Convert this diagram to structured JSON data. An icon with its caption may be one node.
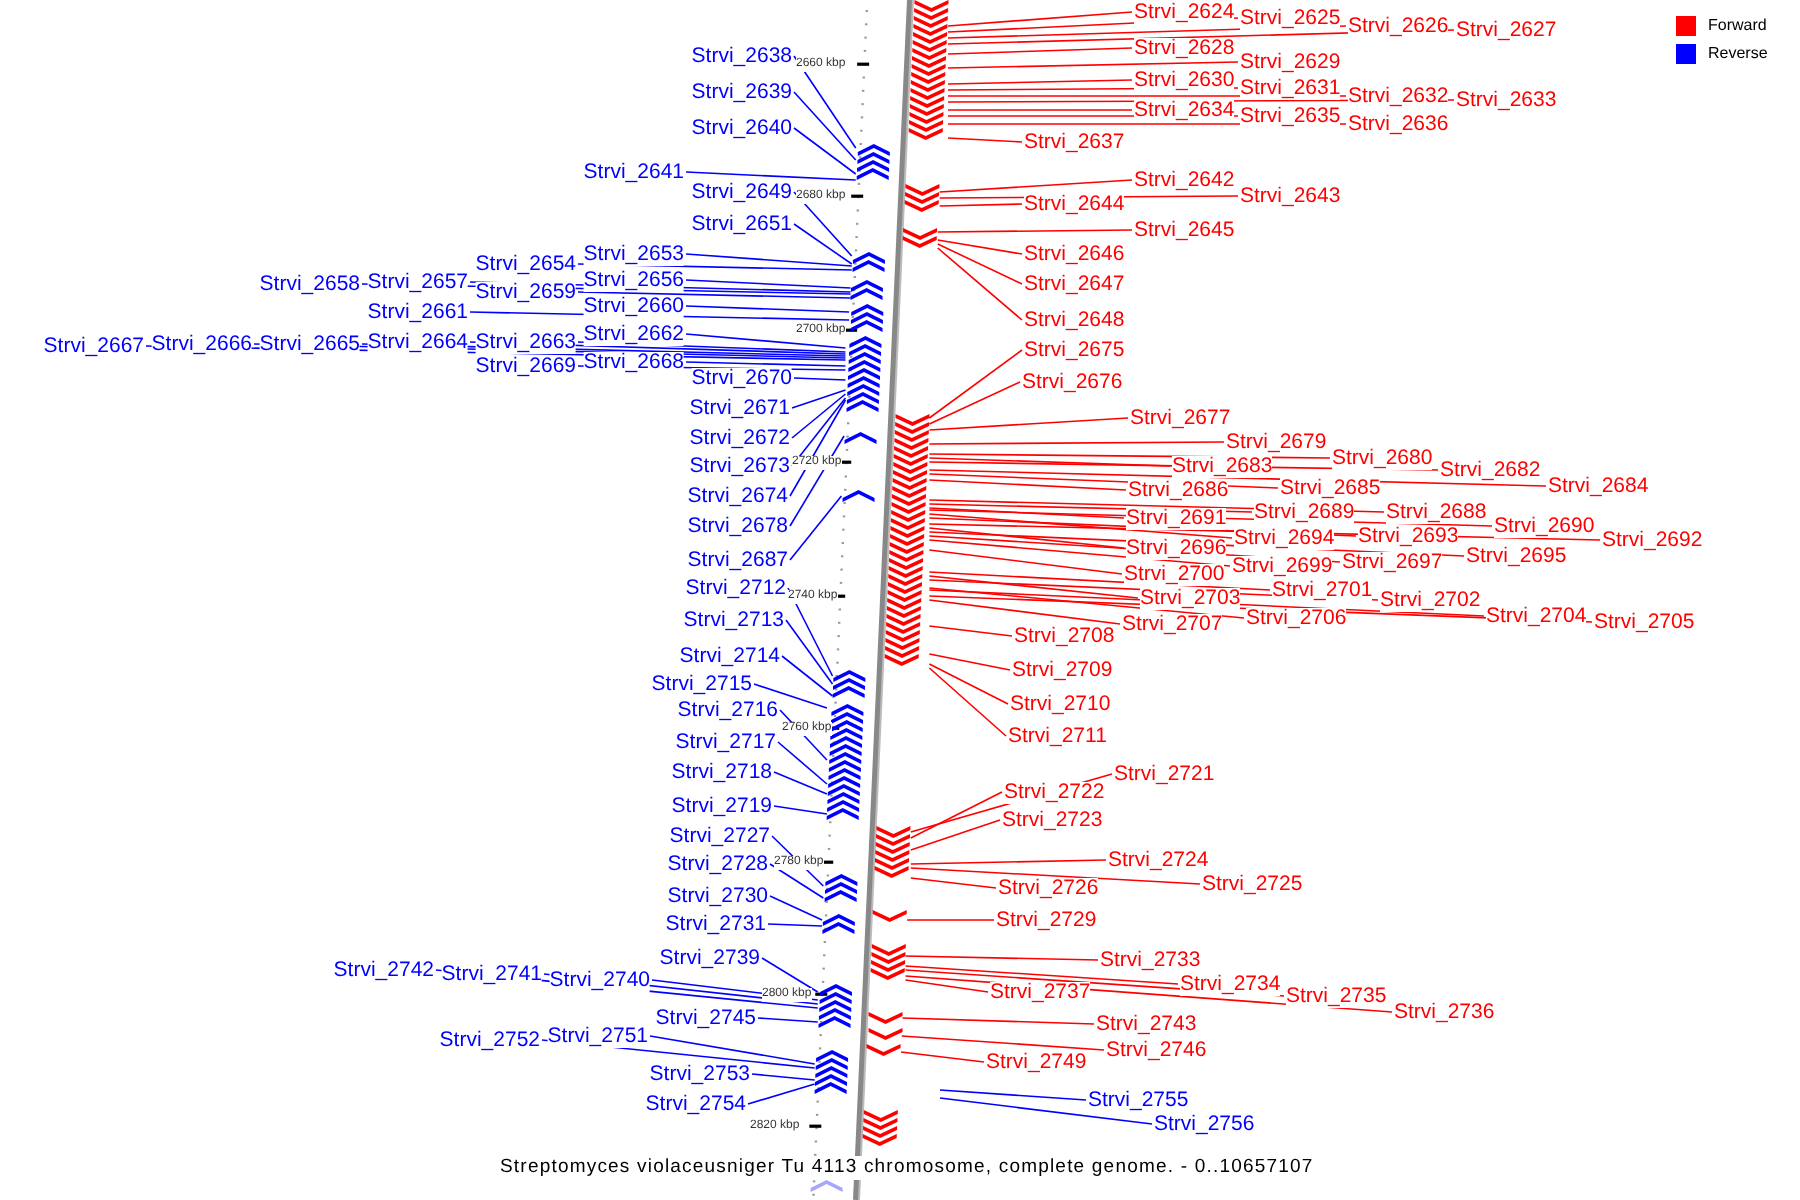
{
  "diagram": {
    "caption": "Streptomyces violaceusniger Tu 4113 chromosome, complete genome. - 0..10657107",
    "nodes": [
      {
        "text": [
          "Strvi_2638"
        ]
      },
      {
        "text": [
          "Strvi_2639"
        ]
      },
      {
        "text": [
          "Strvi_2640"
        ]
      },
      {
        "text": [
          "Strvi_2641"
        ]
      },
      {
        "text": [
          "Strvi_2649"
        ]
      },
      {
        "text": [
          "Strvi_2651"
        ]
      },
      {
        "text": [
          "Strvi_2653"
        ]
      },
      {
        "text": [
          "Strvi_2654"
        ]
      },
      {
        "text": [
          "Strvi_2656"
        ]
      },
      {
        "text": [
          "Strvi_2657"
        ]
      },
      {
        "text": [
          "Strvi_2658"
        ]
      },
      {
        "text": [
          "Strvi_2659"
        ]
      },
      {
        "text": [
          "Strvi_2660"
        ]
      },
      {
        "text": [
          "Strvi_2661"
        ]
      },
      {
        "text": [
          "Strvi_2662"
        ]
      },
      {
        "text": [
          "Strvi_2663"
        ]
      },
      {
        "text": [
          "Strvi_2664"
        ]
      },
      {
        "text": [
          "Strvi_2665"
        ]
      },
      {
        "text": [
          "Strvi_2666"
        ]
      },
      {
        "text": [
          "Strvi_2667"
        ]
      },
      {
        "text": [
          "Strvi_2668"
        ]
      },
      {
        "text": [
          "Strvi_2669"
        ]
      },
      {
        "text": [
          "Strvi_2670"
        ]
      },
      {
        "text": [
          "Strvi_2671"
        ]
      },
      {
        "text": [
          "Strvi_2672"
        ]
      },
      {
        "text": [
          "Strvi_2673"
        ]
      },
      {
        "text": [
          "Strvi_2674"
        ]
      },
      {
        "text": [
          "Strvi_2678"
        ]
      },
      {
        "text": [
          "Strvi_2687"
        ]
      },
      {
        "text": [
          "Strvi_2712"
        ]
      },
      {
        "text": [
          "Strvi_2713"
        ]
      },
      {
        "text": [
          "Strvi_2714"
        ]
      },
      {
        "text": [
          "Strvi_2715"
        ]
      },
      {
        "text": [
          "Strvi_2716"
        ]
      },
      {
        "text": [
          "Strvi_2717"
        ]
      },
      {
        "text": [
          "Strvi_2718"
        ]
      },
      {
        "text": [
          "Strvi_2719"
        ]
      },
      {
        "text": [
          "Strvi_2727"
        ]
      },
      {
        "text": [
          "Strvi_2728"
        ]
      },
      {
        "text": [
          "Strvi_2730"
        ]
      },
      {
        "text": [
          "Strvi_2731"
        ]
      },
      {
        "text": [
          "Strvi_2739"
        ]
      },
      {
        "text": [
          "Strvi_2740"
        ]
      },
      {
        "text": [
          "Strvi_2741"
        ]
      },
      {
        "text": [
          "Strvi_2742"
        ]
      },
      {
        "text": [
          "Strvi_2745"
        ]
      },
      {
        "text": [
          "Strvi_2751"
        ]
      },
      {
        "text": [
          "Strvi_2752"
        ]
      },
      {
        "text": [
          "Strvi_2753"
        ]
      },
      {
        "text": [
          "Strvi_2754"
        ]
      },
      {
        "text": [
          "Strvi_2624"
        ]
      },
      {
        "text": [
          "Strvi_2625"
        ]
      },
      {
        "text": [
          "Strvi_2626"
        ]
      },
      {
        "text": [
          "Strvi_2627"
        ]
      },
      {
        "text": [
          "Strvi_2628"
        ]
      },
      {
        "text": [
          "Strvi_2629"
        ]
      },
      {
        "text": [
          "Strvi_2630"
        ]
      },
      {
        "text": [
          "Strvi_2631"
        ]
      },
      {
        "text": [
          "Strvi_2632"
        ]
      },
      {
        "text": [
          "Strvi_2633"
        ]
      },
      {
        "text": [
          "Strvi_2634"
        ]
      },
      {
        "text": [
          "Strvi_2635"
        ]
      },
      {
        "text": [
          "Strvi_2636"
        ]
      },
      {
        "text": [
          "Strvi_2637"
        ]
      },
      {
        "text": [
          "Strvi_2642"
        ]
      },
      {
        "text": [
          "Strvi_2643"
        ]
      },
      {
        "text": [
          "Strvi_2644"
        ]
      },
      {
        "text": [
          "Strvi_2645"
        ]
      },
      {
        "text": [
          "Strvi_2646"
        ]
      },
      {
        "text": [
          "Strvi_2647"
        ]
      },
      {
        "text": [
          "Strvi_2648"
        ]
      },
      {
        "text": [
          "Strvi_2675"
        ]
      },
      {
        "text": [
          "Strvi_2676"
        ]
      },
      {
        "text": [
          "Strvi_2677"
        ]
      },
      {
        "text": [
          "Strvi_2679"
        ]
      },
      {
        "text": [
          "Strvi_2680"
        ]
      },
      {
        "text": [
          "Strvi_2683"
        ]
      },
      {
        "text": [
          "Strvi_2682"
        ]
      },
      {
        "text": [
          "Strvi_2684"
        ]
      },
      {
        "text": [
          "Strvi_2685"
        ]
      },
      {
        "text": [
          "Strvi_2686"
        ]
      },
      {
        "text": [
          "Strvi_2689"
        ]
      },
      {
        "text": [
          "Strvi_2688"
        ]
      },
      {
        "text": [
          "Strvi_2691"
        ]
      },
      {
        "text": [
          "Strvi_2690"
        ]
      },
      {
        "text": [
          "Strvi_2694"
        ]
      },
      {
        "text": [
          "Strvi_2693"
        ]
      },
      {
        "text": [
          "Strvi_2692"
        ]
      },
      {
        "text": [
          "Strvi_2696"
        ]
      },
      {
        "text": [
          "Strvi_2695"
        ]
      },
      {
        "text": [
          "Strvi_2697"
        ]
      },
      {
        "text": [
          "Strvi_2699"
        ]
      },
      {
        "text": [
          "Strvi_2700"
        ]
      },
      {
        "text": [
          "Strvi_2701"
        ]
      },
      {
        "text": [
          "Strvi_2703"
        ]
      },
      {
        "text": [
          "Strvi_2702"
        ]
      },
      {
        "text": [
          "Strvi_2704"
        ]
      },
      {
        "text": [
          "Strvi_2706"
        ]
      },
      {
        "text": [
          "Strvi_2705"
        ]
      },
      {
        "text": [
          "Strvi_2707"
        ]
      },
      {
        "text": [
          "Strvi_2708"
        ]
      },
      {
        "text": [
          "Strvi_2709"
        ]
      },
      {
        "text": [
          "Strvi_2710"
        ]
      },
      {
        "text": [
          "Strvi_2711"
        ]
      },
      {
        "text": [
          "Strvi_2721"
        ]
      },
      {
        "text": [
          "Strvi_2722"
        ]
      },
      {
        "text": [
          "Strvi_2723"
        ]
      },
      {
        "text": [
          "Strvi_2724"
        ]
      },
      {
        "text": [
          "Strvi_2725"
        ]
      },
      {
        "text": [
          "Strvi_2726"
        ]
      },
      {
        "text": [
          "Strvi_2729"
        ]
      },
      {
        "text": [
          "Strvi_2733"
        ]
      },
      {
        "text": [
          "Strvi_2734"
        ]
      },
      {
        "text": [
          "Strvi_2737"
        ]
      },
      {
        "text": [
          "Strvi_2735"
        ]
      },
      {
        "text": [
          "Strvi_2736"
        ]
      },
      {
        "text": [
          "Strvi_2743"
        ]
      },
      {
        "text": [
          "Strvi_2746"
        ]
      },
      {
        "text": [
          "Strvi_2749"
        ]
      },
      {
        "text": [
          "Strvi_2755"
        ]
      },
      {
        "text": [
          "Strvi_2756"
        ]
      },
      {
        "text": [],
        "shape": "arrow"
      },
      {
        "text": [],
        "shape": "arrow"
      },
      {
        "text": [],
        "shape": "arrow"
      },
      {
        "text": [],
        "shape": "arrow"
      },
      {
        "text": [],
        "shape": "arrow"
      },
      {
        "text": [],
        "shape": "arrow"
      },
      {
        "text": [],
        "shape": "arrow"
      },
      {
        "text": [],
        "shape": "arrow"
      },
      {
        "text": [],
        "shape": "arrow"
      },
      {
        "text": [],
        "shape": "arrow"
      },
      {
        "text": [],
        "shape": "arrow"
      },
      {
        "text": [],
        "shape": "arrow"
      },
      {
        "text": [],
        "shape": "arrow"
      },
      {
        "text": [],
        "shape": "arrow"
      },
      {
        "text": [],
        "shape": "arrow"
      },
      {
        "text": [],
        "shape": "arrow"
      },
      {
        "text": [],
        "shape": "arrow"
      },
      {
        "text": [],
        "shape": "arrow"
      },
      {
        "text": [],
        "shape": "arrow"
      },
      {
        "text": [],
        "shape": "arrow"
      },
      {
        "text": [],
        "shape": "arrow"
      },
      {
        "text": [],
        "shape": "arrow"
      },
      {
        "text": [],
        "shape": "arrow"
      },
      {
        "text": [],
        "shape": "arrow"
      },
      {
        "text": [],
        "shape": "arrow"
      }
    ],
    "edges": [
      {
        "from": 0,
        "to": 121,
        "arrow": "none",
        "color": "#0000ff"
      },
      {
        "from": 1,
        "to": 121,
        "arrow": "none",
        "color": "#0000ff"
      },
      {
        "from": 2,
        "to": 121,
        "arrow": "none",
        "color": "#0000ff"
      },
      {
        "from": 3,
        "to": 121,
        "arrow": "none",
        "color": "#0000ff"
      },
      {
        "from": 4,
        "to": 122,
        "arrow": "none",
        "color": "#0000ff"
      },
      {
        "from": 5,
        "to": 122,
        "arrow": "none",
        "color": "#0000ff"
      },
      {
        "from": 6,
        "to": 122,
        "arrow": "none",
        "color": "#0000ff"
      },
      {
        "from": 7,
        "to": 122,
        "arrow": "none",
        "color": "#0000ff"
      },
      {
        "from": 8,
        "to": 123,
        "arrow": "none",
        "color": "#0000ff"
      },
      {
        "from": 9,
        "to": 123,
        "arrow": "none",
        "color": "#0000ff"
      },
      {
        "from": 10,
        "to": 123,
        "arrow": "none",
        "color": "#0000ff"
      },
      {
        "from": 11,
        "to": 123,
        "arrow": "none",
        "color": "#0000ff"
      },
      {
        "from": 12,
        "to": 124,
        "arrow": "none",
        "color": "#0000ff"
      },
      {
        "from": 13,
        "to": 124,
        "arrow": "none",
        "color": "#0000ff"
      },
      {
        "from": 14,
        "to": 125,
        "arrow": "none",
        "color": "#0000ff"
      },
      {
        "from": 15,
        "to": 125,
        "arrow": "none",
        "color": "#0000ff"
      },
      {
        "from": 16,
        "to": 125,
        "arrow": "none",
        "color": "#0000ff"
      },
      {
        "from": 17,
        "to": 125,
        "arrow": "none",
        "color": "#0000ff"
      },
      {
        "from": 18,
        "to": 125,
        "arrow": "none",
        "color": "#0000ff"
      },
      {
        "from": 19,
        "to": 125,
        "arrow": "none",
        "color": "#0000ff"
      },
      {
        "from": 20,
        "to": 125,
        "arrow": "none",
        "color": "#0000ff"
      },
      {
        "from": 21,
        "to": 125,
        "arrow": "none",
        "color": "#0000ff"
      },
      {
        "from": 22,
        "to": 125,
        "arrow": "none",
        "color": "#0000ff"
      },
      {
        "from": 23,
        "to": 125,
        "arrow": "none",
        "color": "#0000ff"
      },
      {
        "from": 24,
        "to": 125,
        "arrow": "none",
        "color": "#0000ff"
      },
      {
        "from": 25,
        "to": 125,
        "arrow": "none",
        "color": "#0000ff"
      },
      {
        "from": 26,
        "to": 125,
        "arrow": "none",
        "color": "#0000ff"
      },
      {
        "from": 27,
        "to": 126,
        "arrow": "none",
        "color": "#0000ff"
      },
      {
        "from": 28,
        "to": 127,
        "arrow": "none",
        "color": "#0000ff"
      },
      {
        "from": 29,
        "to": 128,
        "arrow": "none",
        "color": "#0000ff"
      },
      {
        "from": 30,
        "to": 128,
        "arrow": "none",
        "color": "#0000ff"
      },
      {
        "from": 31,
        "to": 128,
        "arrow": "none",
        "color": "#0000ff"
      },
      {
        "from": 32,
        "to": 129,
        "arrow": "none",
        "color": "#0000ff"
      },
      {
        "from": 33,
        "to": 129,
        "arrow": "none",
        "color": "#0000ff"
      },
      {
        "from": 34,
        "to": 129,
        "arrow": "none",
        "color": "#0000ff"
      },
      {
        "from": 35,
        "to": 129,
        "arrow": "none",
        "color": "#0000ff"
      },
      {
        "from": 36,
        "to": 129,
        "arrow": "none",
        "color": "#0000ff"
      },
      {
        "from": 37,
        "to": 130,
        "arrow": "none",
        "color": "#0000ff"
      },
      {
        "from": 38,
        "to": 130,
        "arrow": "none",
        "color": "#0000ff"
      },
      {
        "from": 39,
        "to": 131,
        "arrow": "none",
        "color": "#0000ff"
      },
      {
        "from": 40,
        "to": 131,
        "arrow": "none",
        "color": "#0000ff"
      },
      {
        "from": 41,
        "to": 132,
        "arrow": "none",
        "color": "#0000ff"
      },
      {
        "from": 42,
        "to": 132,
        "arrow": "none",
        "color": "#0000ff"
      },
      {
        "from": 43,
        "to": 132,
        "arrow": "none",
        "color": "#0000ff"
      },
      {
        "from": 44,
        "to": 132,
        "arrow": "none",
        "color": "#0000ff"
      },
      {
        "from": 45,
        "to": 132,
        "arrow": "none",
        "color": "#0000ff"
      },
      {
        "from": 46,
        "to": 133,
        "arrow": "none",
        "color": "#0000ff"
      },
      {
        "from": 47,
        "to": 133,
        "arrow": "none",
        "color": "#0000ff"
      },
      {
        "from": 48,
        "to": 133,
        "arrow": "none",
        "color": "#0000ff"
      },
      {
        "from": 49,
        "to": 133,
        "arrow": "none",
        "color": "#0000ff"
      },
      {
        "from": 50,
        "to": 135,
        "arrow": "none"
      },
      {
        "from": 51,
        "to": 135,
        "arrow": "none"
      },
      {
        "from": 52,
        "to": 135,
        "arrow": "none"
      },
      {
        "from": 53,
        "to": 135,
        "arrow": "none"
      },
      {
        "from": 54,
        "to": 135,
        "arrow": "none"
      },
      {
        "from": 55,
        "to": 135,
        "arrow": "none"
      },
      {
        "from": 56,
        "to": 135,
        "arrow": "none"
      },
      {
        "from": 57,
        "to": 135,
        "arrow": "none"
      },
      {
        "from": 58,
        "to": 135,
        "arrow": "none"
      },
      {
        "from": 59,
        "to": 135,
        "arrow": "none"
      },
      {
        "from": 60,
        "to": 135,
        "arrow": "none"
      },
      {
        "from": 61,
        "to": 135,
        "arrow": "none"
      },
      {
        "from": 62,
        "to": 135,
        "arrow": "none"
      },
      {
        "from": 63,
        "to": 135,
        "arrow": "none"
      },
      {
        "from": 64,
        "to": 136,
        "arrow": "none"
      },
      {
        "from": 65,
        "to": 136,
        "arrow": "none"
      },
      {
        "from": 66,
        "to": 136,
        "arrow": "none"
      },
      {
        "from": 67,
        "to": 137,
        "arrow": "none"
      },
      {
        "from": 68,
        "to": 137,
        "arrow": "none"
      },
      {
        "from": 69,
        "to": 137,
        "arrow": "none"
      },
      {
        "from": 70,
        "to": 137,
        "arrow": "none"
      },
      {
        "from": 71,
        "to": 138,
        "arrow": "none"
      },
      {
        "from": 72,
        "to": 138,
        "arrow": "none"
      },
      {
        "from": 73,
        "to": 138,
        "arrow": "none"
      },
      {
        "from": 74,
        "to": 138,
        "arrow": "none"
      },
      {
        "from": 75,
        "to": 138,
        "arrow": "none"
      },
      {
        "from": 76,
        "to": 138,
        "arrow": "none"
      },
      {
        "from": 77,
        "to": 138,
        "arrow": "none"
      },
      {
        "from": 78,
        "to": 138,
        "arrow": "none"
      },
      {
        "from": 79,
        "to": 138,
        "arrow": "none"
      },
      {
        "from": 80,
        "to": 138,
        "arrow": "none"
      },
      {
        "from": 81,
        "to": 138,
        "arrow": "none"
      },
      {
        "from": 82,
        "to": 138,
        "arrow": "none"
      },
      {
        "from": 83,
        "to": 138,
        "arrow": "none"
      },
      {
        "from": 84,
        "to": 138,
        "arrow": "none"
      },
      {
        "from": 85,
        "to": 138,
        "arrow": "none"
      },
      {
        "from": 86,
        "to": 138,
        "arrow": "none"
      },
      {
        "from": 87,
        "to": 138,
        "arrow": "none"
      },
      {
        "from": 88,
        "to": 138,
        "arrow": "none"
      },
      {
        "from": 89,
        "to": 138,
        "arrow": "none"
      },
      {
        "from": 90,
        "to": 138,
        "arrow": "none"
      },
      {
        "from": 91,
        "to": 138,
        "arrow": "none"
      },
      {
        "from": 92,
        "to": 138,
        "arrow": "none"
      },
      {
        "from": 93,
        "to": 138,
        "arrow": "none"
      },
      {
        "from": 94,
        "to": 138,
        "arrow": "none"
      },
      {
        "from": 95,
        "to": 138,
        "arrow": "none"
      },
      {
        "from": 96,
        "to": 138,
        "arrow": "none"
      },
      {
        "from": 97,
        "to": 138,
        "arrow": "none"
      },
      {
        "from": 98,
        "to": 138,
        "arrow": "none"
      },
      {
        "from": 99,
        "to": 138,
        "arrow": "none"
      },
      {
        "from": 100,
        "to": 138,
        "arrow": "none"
      },
      {
        "from": 101,
        "to": 138,
        "arrow": "none"
      },
      {
        "from": 102,
        "to": 138,
        "arrow": "none"
      },
      {
        "from": 103,
        "to": 138,
        "arrow": "none"
      },
      {
        "from": 104,
        "to": 139,
        "arrow": "none"
      },
      {
        "from": 105,
        "to": 139,
        "arrow": "none"
      },
      {
        "from": 106,
        "to": 139,
        "arrow": "none"
      },
      {
        "from": 107,
        "to": 139,
        "arrow": "none"
      },
      {
        "from": 108,
        "to": 139,
        "arrow": "none"
      },
      {
        "from": 109,
        "to": 139,
        "arrow": "none"
      },
      {
        "from": 110,
        "to": 140,
        "arrow": "none"
      },
      {
        "from": 111,
        "to": 141,
        "arrow": "none"
      },
      {
        "from": 112,
        "to": 141,
        "arrow": "none"
      },
      {
        "from": 113,
        "to": 141,
        "arrow": "none"
      },
      {
        "from": 114,
        "to": 141,
        "arrow": "none"
      },
      {
        "from": 115,
        "to": 141,
        "arrow": "none"
      },
      {
        "from": 116,
        "to": 142,
        "arrow": "none"
      },
      {
        "from": 117,
        "to": 143,
        "arrow": "none"
      },
      {
        "from": 118,
        "to": 144,
        "arrow": "none"
      },
      {
        "from": 119,
        "to": null,
        "arrow": "none",
        "color": "#0000ff"
      },
      {
        "from": 120,
        "to": null,
        "arrow": "none",
        "color": "#0000ff"
      }
    ],
    "labels": [
      "2660 kbp",
      "2680 kbp",
      "2700 kbp",
      "2720 kbp",
      "2740 kbp",
      "2760 kbp",
      "2780 kbp",
      "2800 kbp",
      "2820 kbp"
    ],
    "legend": [
      {
        "text": "Forward",
        "color": "#ff0000"
      },
      {
        "text": "Reverse",
        "color": "#0000ff"
      }
    ]
  }
}
